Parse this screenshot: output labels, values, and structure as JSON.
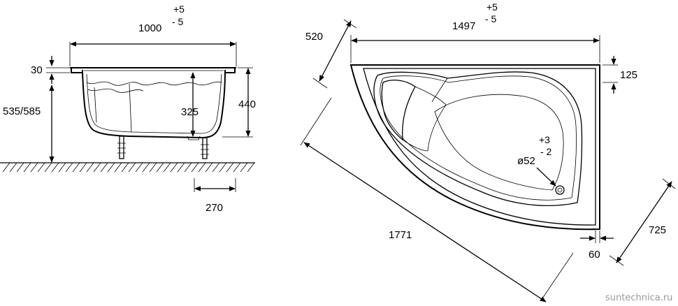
{
  "side_view": {
    "width_dim": "1000",
    "width_tol_plus": "+5",
    "width_tol_minus": "- 5",
    "rim_dim": "30",
    "height_dim": "535/585",
    "depth_dim": "440",
    "inner_depth_dim": "325",
    "drain_offset_dim": "270"
  },
  "top_view": {
    "length_dim": "1497",
    "length_tol_plus": "+5",
    "length_tol_minus": "- 5",
    "narrow_end_dim": "520",
    "rim_dim": "125",
    "diagonal_dim": "1771",
    "wide_end_dim": "725",
    "edge_offset_dim": "60",
    "drain_diameter": "ø52",
    "drain_tol_plus": "+3",
    "drain_tol_minus": "- 2"
  },
  "watermark": "suntechnica.ru"
}
